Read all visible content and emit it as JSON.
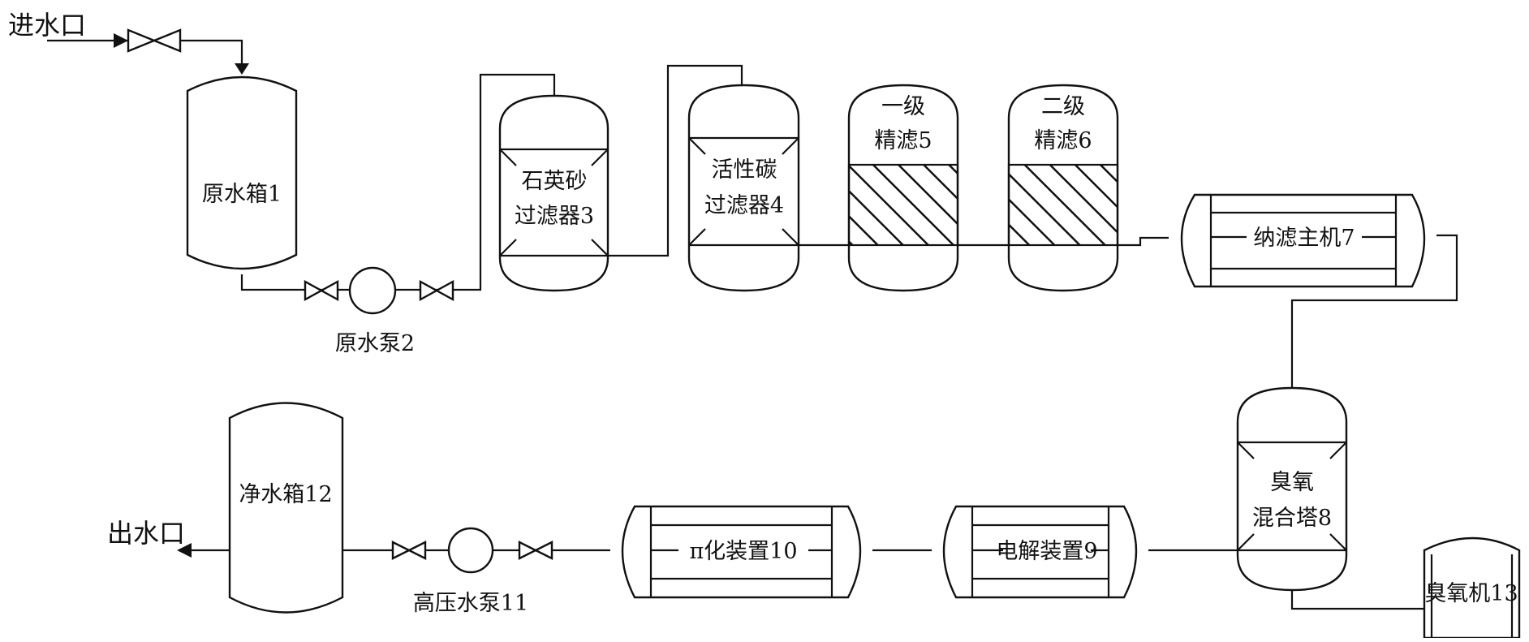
{
  "inlet_label": "进水口",
  "outlet_label": "出水口",
  "raw_tank": {
    "label": "原水箱1"
  },
  "raw_pump": {
    "label": "原水泵2"
  },
  "sand_filter": {
    "line1": "石英砂",
    "line2": "过滤器3"
  },
  "carbon_filter": {
    "line1": "活性碳",
    "line2": "过滤器4"
  },
  "fine1": {
    "line1": "一级",
    "line2": "精滤5"
  },
  "fine2": {
    "line1": "二级",
    "line2": "精滤6"
  },
  "nano": {
    "label": "纳滤主机7"
  },
  "ozone_tower": {
    "line1": "臭氧",
    "line2": "混合塔8"
  },
  "electro": {
    "label": "电解装置9"
  },
  "pi_device": {
    "label": "π化装置10"
  },
  "hp_pump": {
    "label": "高压水泵11"
  },
  "clean_tank": {
    "label": "净水箱12"
  },
  "ozone_gen": {
    "label": "臭氧机13"
  }
}
